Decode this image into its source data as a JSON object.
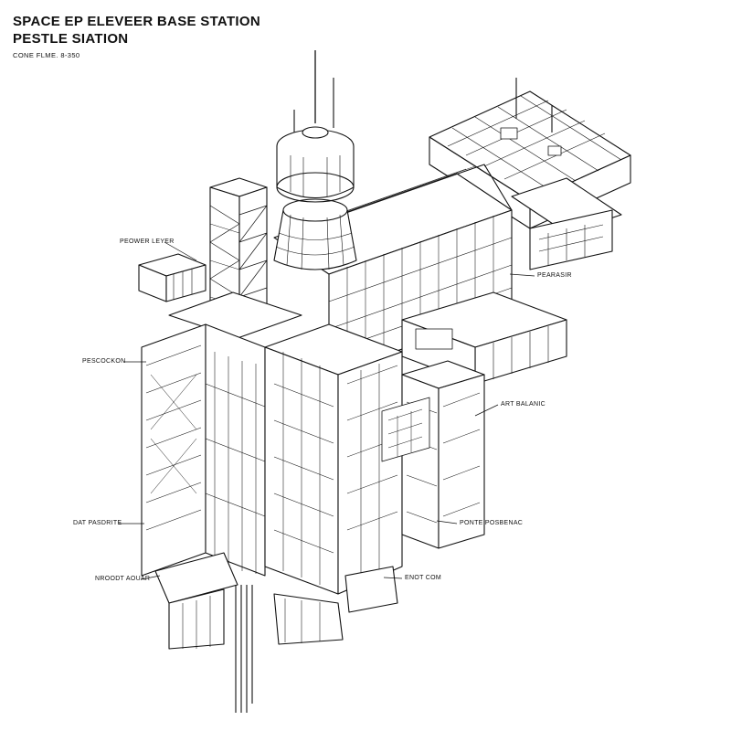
{
  "title": {
    "line1": "SPACE EP ELEVEER BASE STATION",
    "line2": "PESTLE SIATION",
    "subtitle": "CONE FLME. 8-350"
  },
  "callouts": {
    "power_layer": "PEOWER LEYER",
    "pearasir": "PEARASIR",
    "pescockon": "PESCOCKON",
    "art_balanic": "ART BALANIC",
    "dat_pasdrite": "DAT PASDRITE",
    "ponte_posbenac": "PONTE POSBENAC",
    "nroodt_aouar": "NROODT AOUAR",
    "enot_com": "ENOT COM"
  },
  "colors": {
    "ink": "#111111",
    "paper": "#ffffff",
    "hatch": "#555555"
  }
}
